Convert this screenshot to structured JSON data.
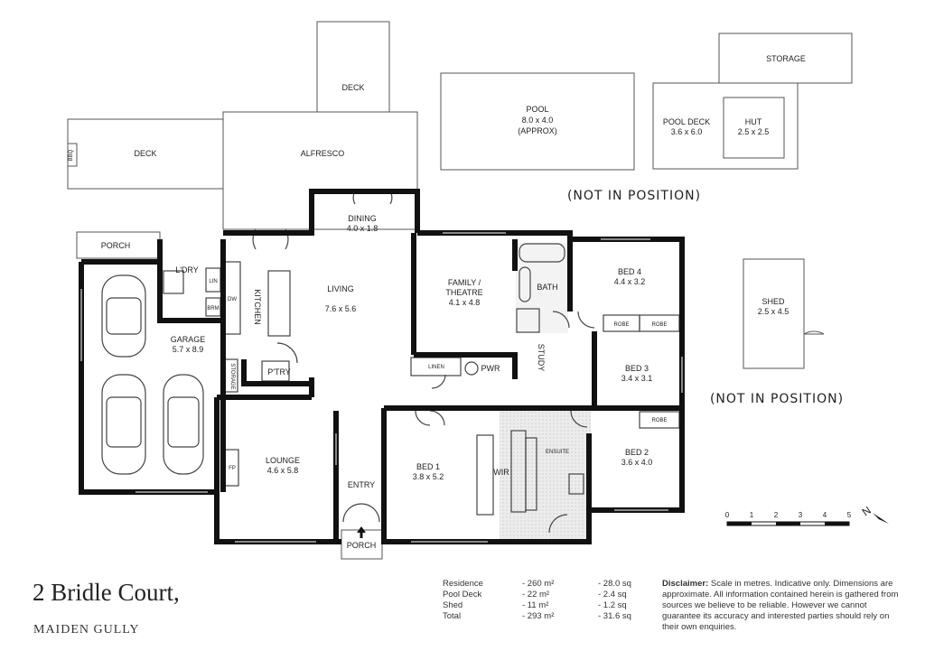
{
  "rooms": {
    "deck_top": "DECK",
    "deck_left": "DECK",
    "bbq": "BBQ",
    "alfresco": "ALFRESCO",
    "pool_name": "POOL",
    "pool_size": "8.0 x 4.0",
    "pool_note": "(APPROX)",
    "storage": "STORAGE",
    "pool_deck_name": "POOL DECK",
    "pool_deck_size": "3.6 x 6.0",
    "hut_name": "HUT",
    "hut_size": "2.5 x 2.5",
    "dining_name": "DINING",
    "dining_size": "4.0 x 1.8",
    "porch_top": "PORCH",
    "laundry": "L'DRY",
    "lin": "LIN",
    "dw": "DW",
    "brm": "BRM",
    "kitchen": "KITCHEN",
    "living_name": "LIVING",
    "living_size": "7.6 x 5.6",
    "family_name": "FAMILY /",
    "family_name2": "THEATRE",
    "family_size": "4.1 x 4.8",
    "bath": "BATH",
    "bed4_name": "BED 4",
    "bed4_size": "4.4 x 3.2",
    "robe": "ROBE",
    "shed_name": "SHED",
    "shed_size": "2.5 x 4.5",
    "garage_name": "GARAGE",
    "garage_size": "5.7 x 8.9",
    "storage_small": "STORAGE",
    "pantry": "P'TRY",
    "linen": "LINEN",
    "pwr": "PWR",
    "study": "STUDY",
    "bed3_name": "BED 3",
    "bed3_size": "3.4 x 3.1",
    "lounge_name": "LOUNGE",
    "lounge_size": "4.6 x 5.8",
    "fp": "FP",
    "entry": "ENTRY",
    "bed1_name": "BED 1",
    "bed1_size": "3.8 x 5.2",
    "wir": "WIR",
    "ensuite": "ENSUITE",
    "bed2_name": "BED 2",
    "bed2_size": "3.6 x 4.0",
    "porch_bottom": "PORCH"
  },
  "notes": {
    "not_in_position_1": "(NOT IN POSITION)",
    "not_in_position_2": "(NOT IN POSITION)"
  },
  "scale": {
    "ticks": [
      "0",
      "1",
      "2",
      "3",
      "4",
      "5"
    ],
    "north": "N"
  },
  "title": "2 Bridle Court,",
  "subtitle": "MAIDEN GULLY",
  "areas": [
    {
      "name": "Residence",
      "sqm": "- 260 m²",
      "sq": "- 28.0 sq"
    },
    {
      "name": "Pool Deck",
      "sqm": "-   22 m²",
      "sq": "-   2.4 sq"
    },
    {
      "name": "Shed",
      "sqm": "-   11 m²",
      "sq": "-   1.2 sq"
    },
    {
      "name": "Total",
      "sqm": "- 293 m²",
      "sq": "- 31.6 sq"
    }
  ],
  "disclaimer": {
    "label": "Disclaimer:",
    "text": " Scale in metres. Indicative only. Dimensions are approximate. All information contained herein is gathered from sources we believe to be reliable. However we cannot guarantee  its accuracy and interested parties should rely on their own enquiries."
  },
  "colors": {
    "wall": "#111111",
    "line": "#555555",
    "ensuite_floor": "#e2e2e2",
    "text": "#222222"
  }
}
